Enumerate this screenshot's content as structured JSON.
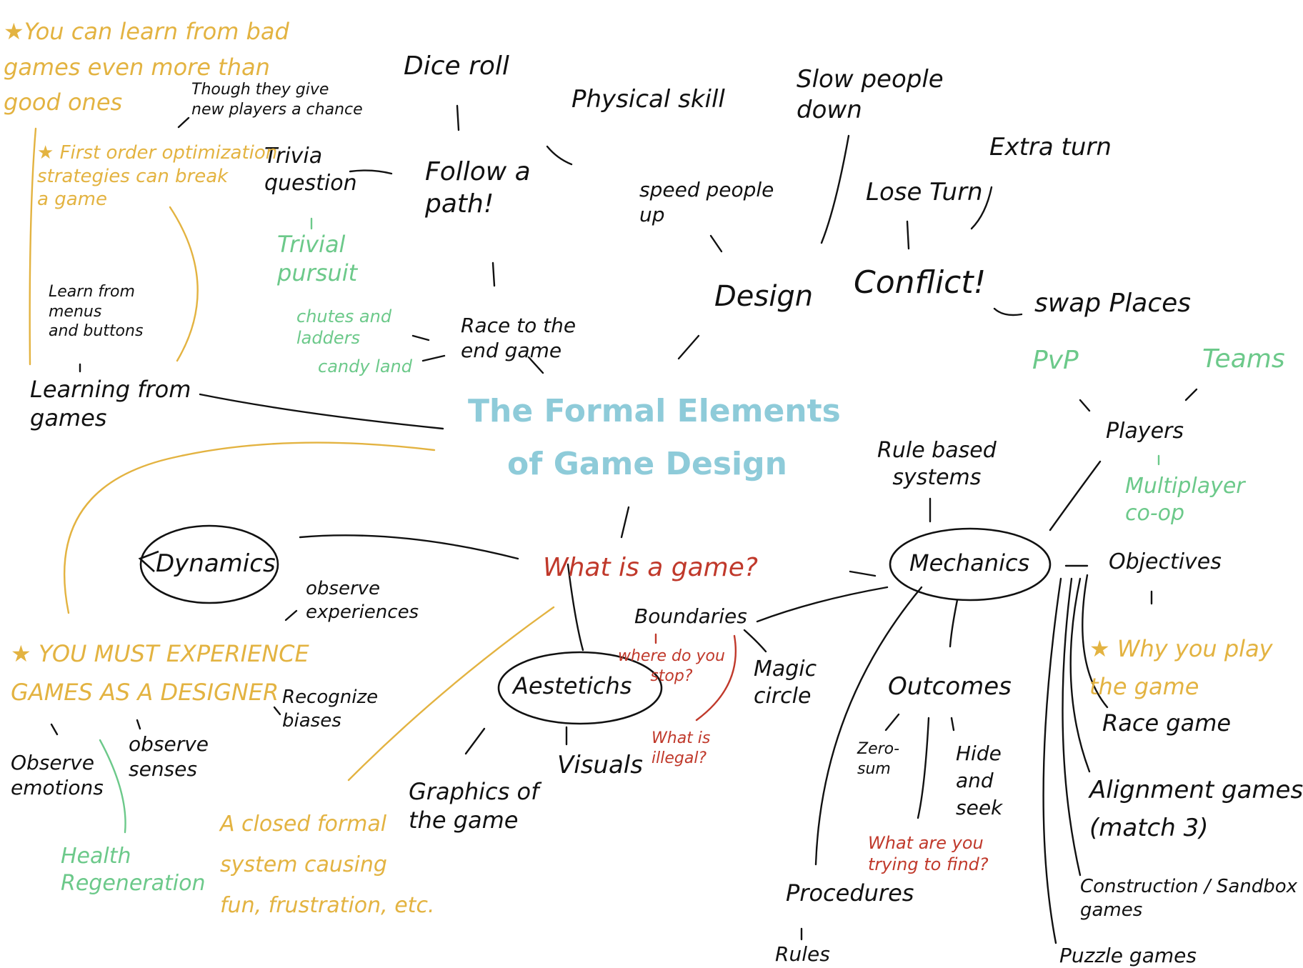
{
  "colors": {
    "ink": "#111111",
    "note_yellow": "#e3b341",
    "example_green": "#6cc98a",
    "question_red": "#c0392b",
    "title_blue": "#8ecbd9"
  },
  "title": {
    "line1": "The Formal Elements",
    "line2": "of Game Design"
  },
  "center_question": "What is a game?",
  "nodes": {
    "dynamics": "Dynamics",
    "mechanics": "Mechanics",
    "aesthetics": "Aestetichs",
    "boundaries": "Boundaries",
    "outcomes": "Outcomes",
    "objectives": "Objectives",
    "players": "Players",
    "rule_based": "Rule based\nsystems",
    "procedures": "Procedures",
    "rules": "Rules",
    "conflict": "Conflict!",
    "design": "Design",
    "race_end": "Race to the\nend game",
    "follow_path": "Follow a\npath!",
    "dice_roll": "Dice roll",
    "trivia_question": "Trivia\nquestion",
    "physical_skill": "Physical skill",
    "slow_people": "Slow people\ndown",
    "speed_people": "speed people\nup",
    "extra_turn": "Extra turn",
    "lose_turn": "Lose Turn",
    "swap_places": "swap   Places",
    "learning": "Learning from\ngames",
    "learn_menus": "Learn from\nmenus\nand buttons",
    "though_new": "Though they give\nnew players a chance",
    "observe_experiences": "observe\nexperiences",
    "recognize_biases": "Recognize\nbiases",
    "observe_emotions": "Observe\nemotions",
    "observe_senses": "observe\nsenses",
    "magic_circle": "Magic\ncircle",
    "visuals": "Visuals",
    "graphics": "Graphics of\nthe game",
    "zero_sum": "Zero-\nsum",
    "hide_seek": "Hide\nand\nseek",
    "race_game": "Race game",
    "alignment": "Alignment games\n(match 3)",
    "construction": "Construction / Sandbox\ngames",
    "puzzle": "Puzzle games"
  },
  "yellow_notes": {
    "learn_bad": "★You can learn from bad\ngames even more than\ngood ones",
    "first_order": "★ First order optimization\nstrategies can break\na game",
    "must_experience": "★ YOU MUST EXPERIENCE\nGAMES AS A DESIGNER",
    "closed_formal": "A closed formal\nsystem causing\nfun, frustration, etc.",
    "why_play": "★ Why you play\nthe game"
  },
  "green_examples": {
    "trivial_pursuit": "Trivial\npursuit",
    "chutes": "chutes and\nladders",
    "candy_land": "candy land",
    "pvp": "PvP",
    "teams": "Teams",
    "multiplayer": "Multiplayer\nco-op",
    "health": "Health\nRegeneration"
  },
  "red_questions": {
    "where_stop": "where do you\nstop?",
    "illegal": "What is\nillegal?",
    "what_find": "What are you\ntrying to find?"
  }
}
